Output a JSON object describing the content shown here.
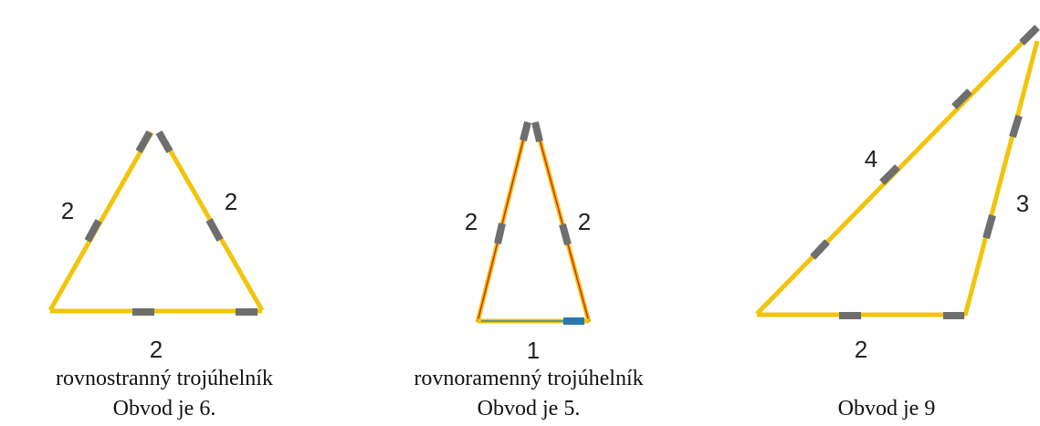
{
  "colors": {
    "stick": "#f2c40c",
    "stick_red_core": "#d0341e",
    "stick_blue_core": "#2a8cb0",
    "joint": "#6e6e6e",
    "joint_blue": "#2a78b0",
    "text": "#111111"
  },
  "triangles": [
    {
      "side_labels": {
        "left": "2",
        "right": "2",
        "bottom": "2"
      },
      "caption_type": "rovnostranný trojúhelník",
      "caption_perimeter": "Obvod je 6."
    },
    {
      "side_labels": {
        "left": "2",
        "right": "2",
        "bottom": "1"
      },
      "caption_type": "rovnoramenný trojúhelník",
      "caption_perimeter": "Obvod je 5."
    },
    {
      "side_labels": {
        "left": "4",
        "right": "3",
        "bottom": "2"
      },
      "caption_perimeter": "Obvod je 9"
    }
  ]
}
